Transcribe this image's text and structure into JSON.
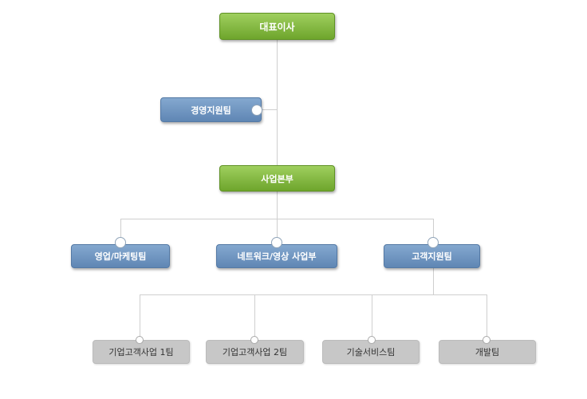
{
  "org": {
    "ceo": "대표이사",
    "mgmt_support": "경영지원팀",
    "business_hq": "사업본부",
    "teams": {
      "sales_marketing": "영업/마케팅팀",
      "network_video": "네트워크/영상 사업부",
      "customer_support": "고객지원팀"
    },
    "sub_teams": {
      "enterprise_1": "기업고객사업 1팀",
      "enterprise_2": "기업고객사업 2팀",
      "tech_service": "기술서비스팀",
      "development": "개발팀"
    }
  },
  "colors": {
    "top_box": "#7db641",
    "dept_box": "#6f95c2",
    "sub_box": "#c7c7c7",
    "connector": "#cfcfcf"
  }
}
